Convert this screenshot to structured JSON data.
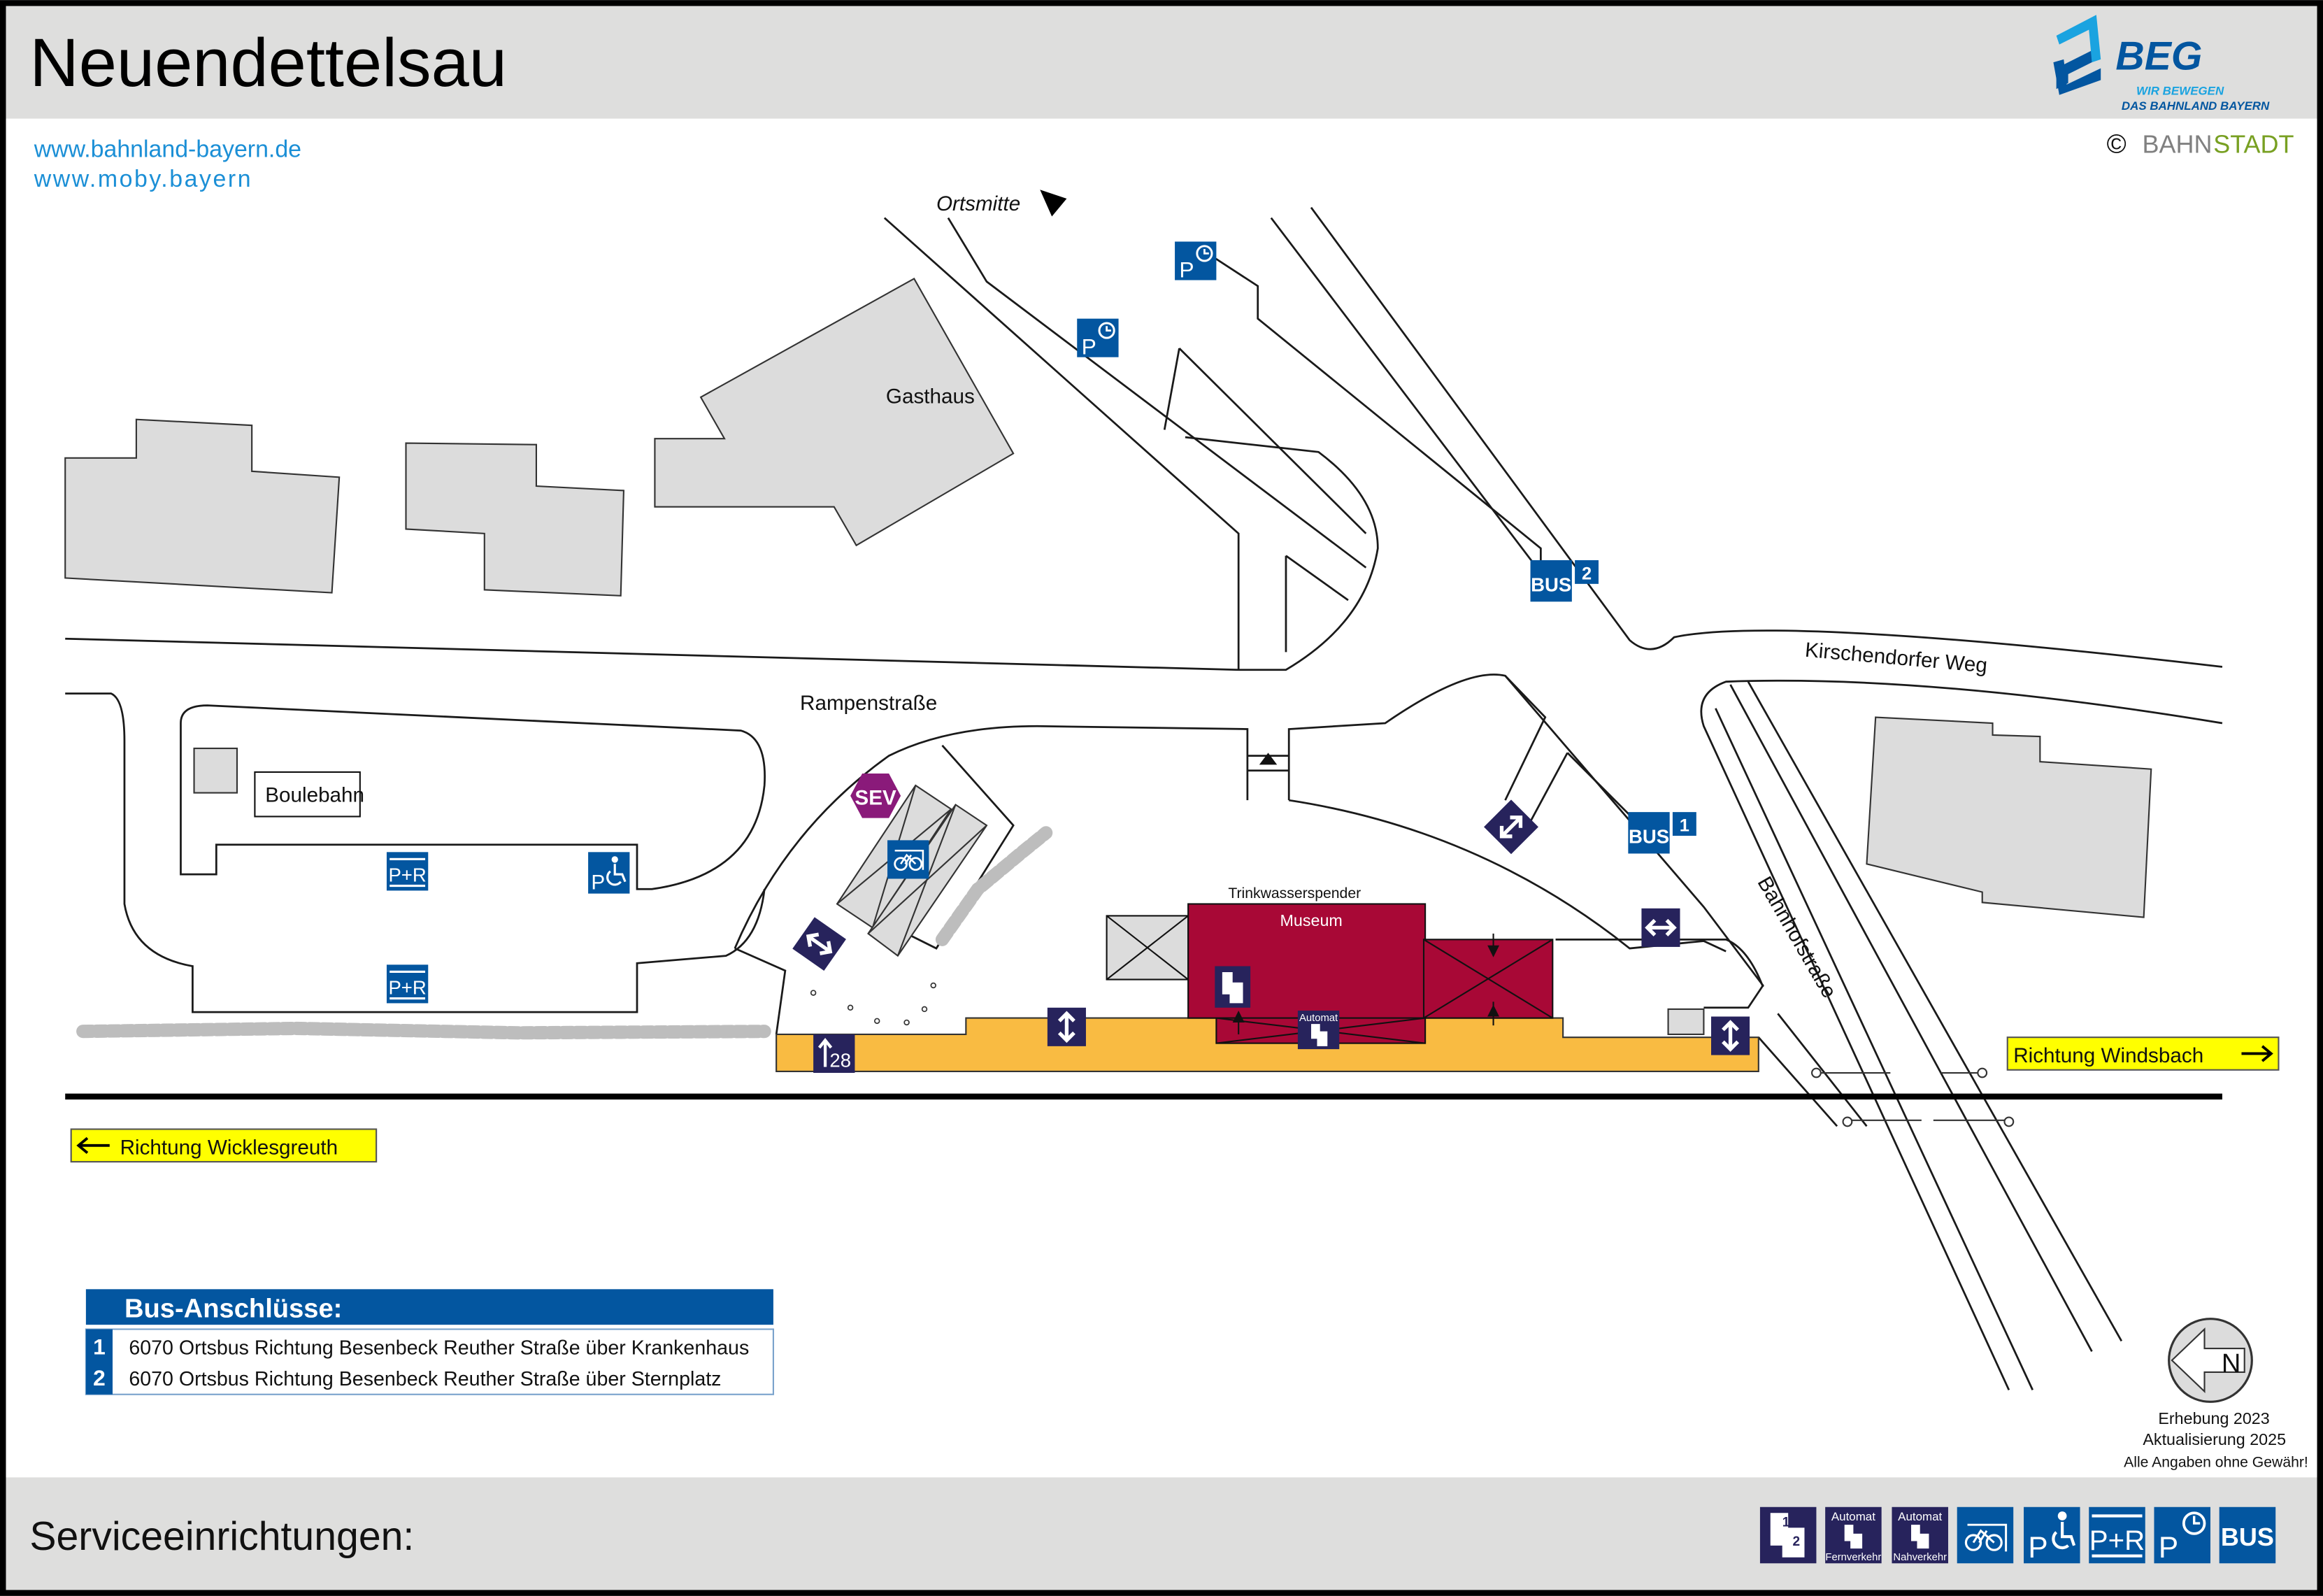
{
  "header": {
    "title": "Neuendettelsau",
    "links": [
      "www.bahnland-bayern.de",
      "www.moby.bayern"
    ],
    "logo": {
      "name": "BEG",
      "tagline1": "WIR BEWEGEN",
      "tagline2": "DAS BAHNLAND BAYERN"
    },
    "copyright": {
      "symbol": "©",
      "part1": "BAHN",
      "part2": "STADT"
    }
  },
  "map": {
    "ortsmitte": "Ortsmitte",
    "gasthaus": "Gasthaus",
    "rampenstrasse": "Rampenstraße",
    "kirschendorfer": "Kirschendorfer Weg",
    "bahnhofstrasse": "Bahnhofstraße",
    "boulebahn": "Boulebahn",
    "sev": "SEV",
    "trinkwasser": "Trinkwasserspender",
    "museum": "Museum",
    "automat": "Automat",
    "track_no": "28",
    "bus_stop_1": {
      "label": "BUS",
      "number": "1"
    },
    "bus_stop_2": {
      "label": "BUS",
      "number": "2"
    },
    "parking": "P",
    "park_ride": "P+R",
    "dir_right": "Richtung Windsbach",
    "dir_left": "Richtung Wicklesgreuth",
    "north": "N"
  },
  "bus_connections": {
    "title": "Bus-Anschlüsse:",
    "rows": [
      {
        "num": "1",
        "text": "6070 Ortsbus Richtung Besenbeck Reuther Straße über Krankenhaus"
      },
      {
        "num": "2",
        "text": "6070 Ortsbus Richtung Besenbeck Reuther Straße über Sternplatz"
      }
    ]
  },
  "notes": {
    "survey": "Erhebung 2023",
    "update": "Aktualisierung 2025",
    "disclaimer": "Alle Angaben ohne Gewähr!"
  },
  "footer": {
    "title": "Serviceeinrichtungen:",
    "icons": {
      "ticket": {
        "n1": "1",
        "n2": "2"
      },
      "automat_fern": {
        "top": "Automat",
        "bottom": "Fernverkehr"
      },
      "automat_nah": {
        "top": "Automat",
        "bottom": "Nahverkehr"
      },
      "p": "P",
      "pr": "P+R",
      "bus": "BUS"
    }
  },
  "colors": {
    "navy": "#27235c",
    "blue": "#0356a0",
    "museum": "#a80836",
    "platform": "#f9bb42",
    "yellow": "#ffff00"
  }
}
